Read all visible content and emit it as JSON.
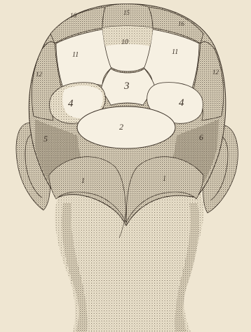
{
  "figure": {
    "labels": {
      "n16_left": "16",
      "n15": "15",
      "n16_right": "16",
      "n10": "10",
      "n11_left": "11",
      "n11_right": "11",
      "n3": "3",
      "n12_left": "12",
      "n12_right": "12",
      "n4_left": "4",
      "n4_right": "4",
      "n2": "2",
      "n5": "5",
      "n6": "6",
      "n1_left": "1",
      "n1_right": "1"
    }
  },
  "colors": {
    "paper": "#efe6d2",
    "stipple": "#4a4036",
    "region_fill": "#f6f0e2",
    "ink": "#3a3026"
  }
}
